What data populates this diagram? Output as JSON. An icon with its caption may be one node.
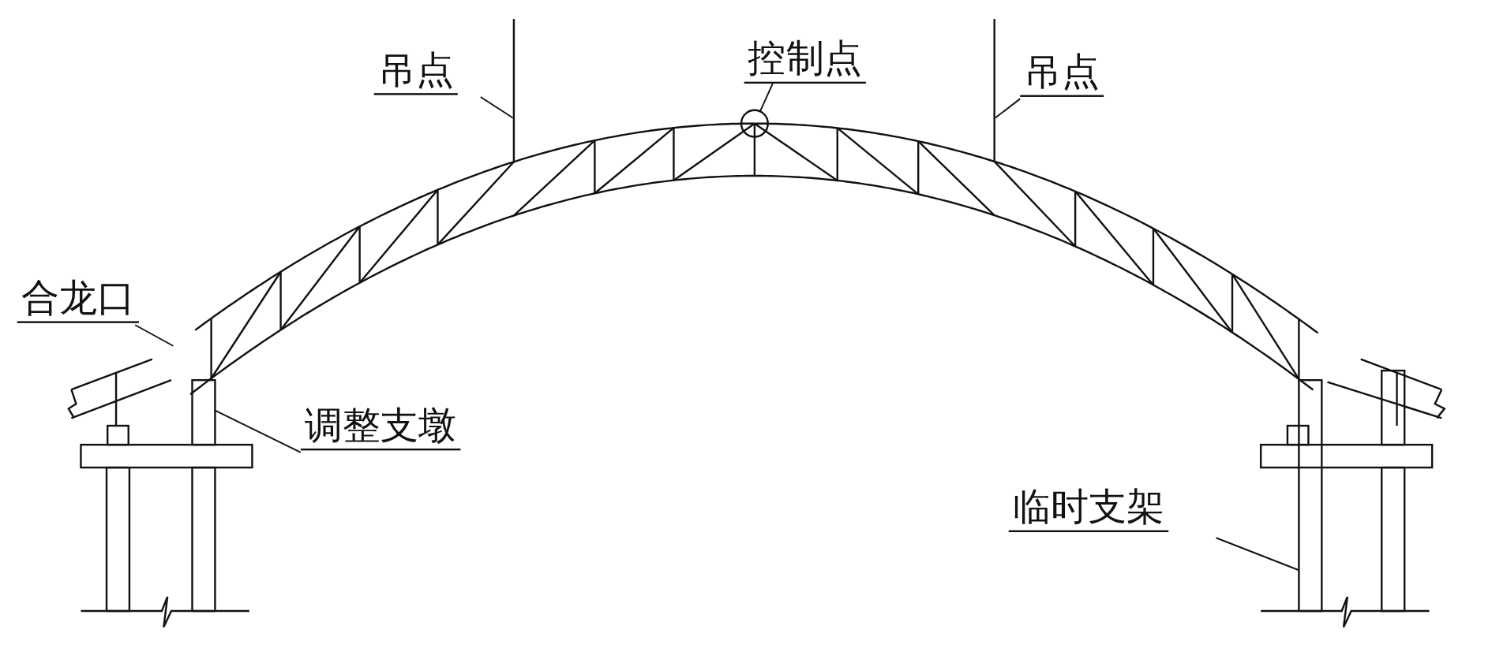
{
  "diagram": {
    "nodes": [
      {
        "text": [
          "吊点"
        ]
      },
      {
        "text": [
          "控制点"
        ]
      },
      {
        "text": [
          "吊点"
        ]
      },
      {
        "text": [
          "合龙口"
        ]
      },
      {
        "text": [
          "调整支墩"
        ]
      },
      {
        "text": [
          "临时支架"
        ]
      },
      {
        "text": [],
        "shape": "line"
      },
      {
        "text": [],
        "shape": "circle"
      },
      {
        "text": [],
        "shape": "line"
      },
      {
        "text": [],
        "shape": "bar"
      },
      {
        "text": [],
        "shape": "bar"
      }
    ],
    "edges": [
      {
        "from": 0,
        "to": 6,
        "arrow": "none"
      },
      {
        "from": 1,
        "to": 7,
        "arrow": "none"
      },
      {
        "from": 2,
        "to": 8,
        "arrow": "none"
      },
      {
        "from": 3,
        "to": null,
        "arrow": "none"
      },
      {
        "from": 4,
        "to": 9,
        "arrow": "none"
      },
      {
        "from": 5,
        "to": 10,
        "arrow": "none"
      }
    ]
  }
}
